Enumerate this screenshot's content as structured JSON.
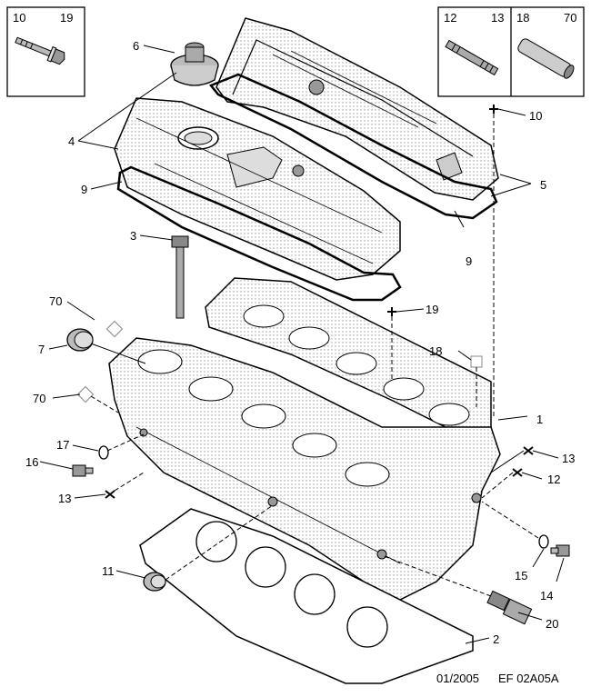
{
  "diagram": {
    "inset_boxes": {
      "top_left": {
        "left_num": "10",
        "right_num": "19",
        "icon": "bolt-with-flange-icon"
      },
      "top_right_a": {
        "left_num": "12",
        "right_num": "13",
        "icon": "stud-icon"
      },
      "top_right_b": {
        "left_num": "18",
        "right_num": "70",
        "icon": "dowel-sleeve-icon"
      }
    },
    "callouts": {
      "c1": "1",
      "c2": "2",
      "c3": "3",
      "c4": "4",
      "c5": "5",
      "c6": "6",
      "c7": "7",
      "c9a": "9",
      "c9b": "9",
      "c10": "10",
      "c11": "11",
      "c12": "12",
      "c13a": "13",
      "c13b": "13",
      "c14": "14",
      "c15": "15",
      "c16": "16",
      "c17": "17",
      "c18": "18",
      "c19": "19",
      "c20": "20",
      "c70a": "70",
      "c70b": "70"
    },
    "footer": {
      "date": "01/2005",
      "code": "EF 02A05A"
    }
  }
}
